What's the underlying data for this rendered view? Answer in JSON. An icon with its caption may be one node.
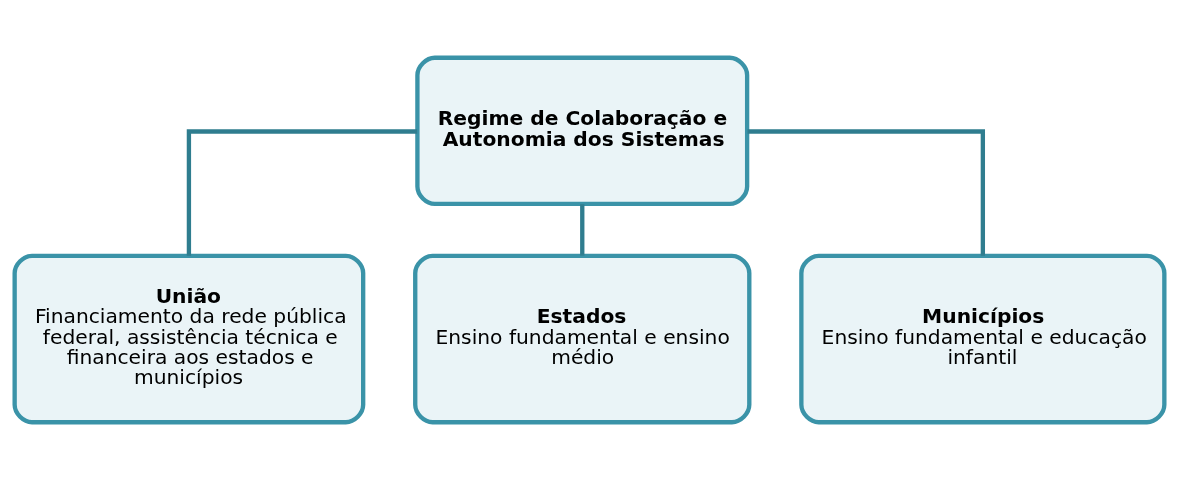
{
  "diagram": {
    "nodes": [
      {
        "text": [
          "Regime de Colaboração e Autonomia dos Sistemas"
        ]
      },
      {
        "text": [
          "União",
          "Financiamento da rede pública federal, assistência técnica e financeira aos estados e municípios"
        ]
      },
      {
        "text": [
          "Estados",
          "Ensino fundamental e ensino médio"
        ]
      },
      {
        "text": [
          "Municípios",
          "Ensino fundamental e educação infantil"
        ]
      }
    ],
    "edges": [
      {
        "from": 0,
        "to": 1,
        "arrow": "none"
      },
      {
        "from": 0,
        "to": 2,
        "arrow": "none"
      },
      {
        "from": 0,
        "to": 3,
        "arrow": "none"
      }
    ]
  }
}
